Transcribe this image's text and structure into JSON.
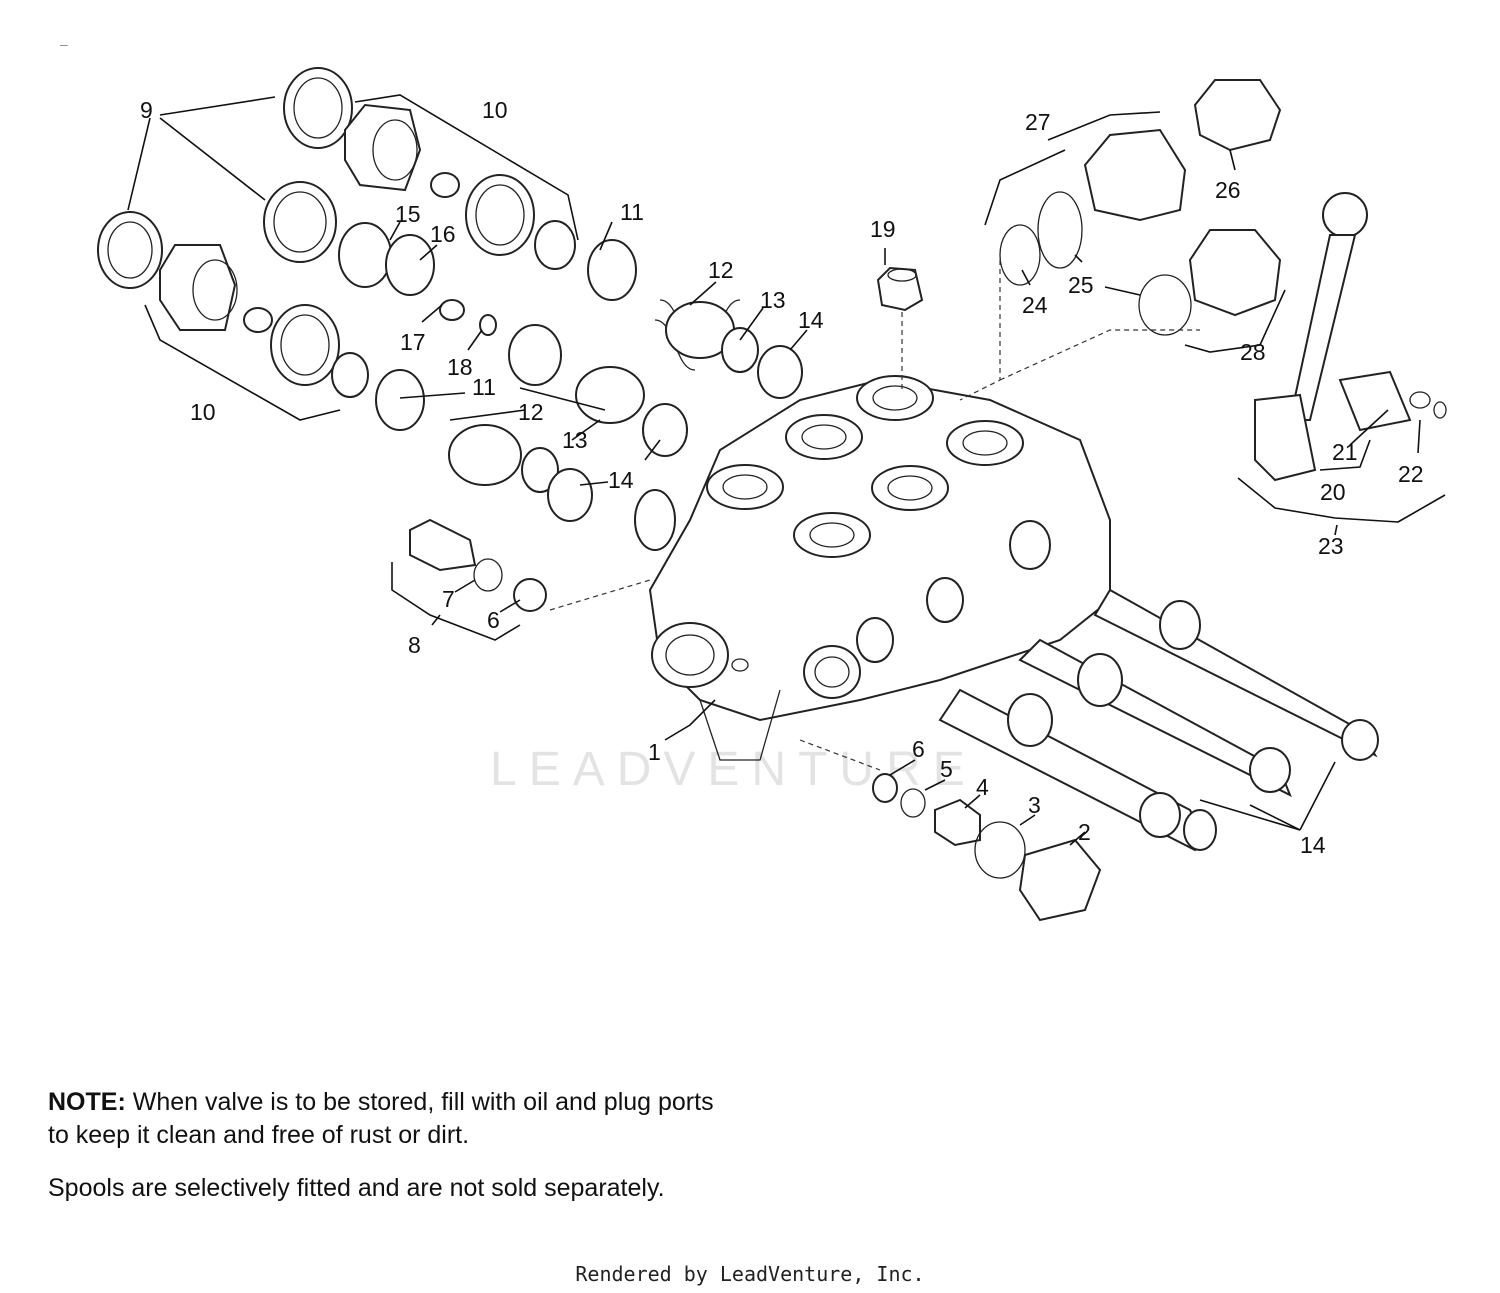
{
  "diagram": {
    "watermark": "LEADVENTURE",
    "callouts": {
      "c1": "1",
      "c2": "2",
      "c3": "3",
      "c4": "4",
      "c5": "5",
      "c6a": "6",
      "c6b": "6",
      "c7": "7",
      "c8": "8",
      "c9": "9",
      "c10a": "10",
      "c10b": "10",
      "c11a": "11",
      "c11b": "11",
      "c12a": "12",
      "c12b": "12",
      "c13a": "13",
      "c13b": "13",
      "c14a": "14",
      "c14b": "14",
      "c14c": "14",
      "c15": "15",
      "c16": "16",
      "c17": "17",
      "c18": "18",
      "c19": "19",
      "c20": "20",
      "c21": "21",
      "c22": "22",
      "c23": "23",
      "c24": "24",
      "c25": "25",
      "c26": "26",
      "c27": "27",
      "c28": "28"
    }
  },
  "notes": {
    "note_label": "NOTE:",
    "note_text": " When valve is to be stored, fill with oil and plug ports to keep it clean and free of rust or dirt.",
    "spools_text": "Spools are selectively fitted and are not sold separately."
  },
  "header_mark": "–",
  "footer": "Rendered by LeadVenture, Inc."
}
